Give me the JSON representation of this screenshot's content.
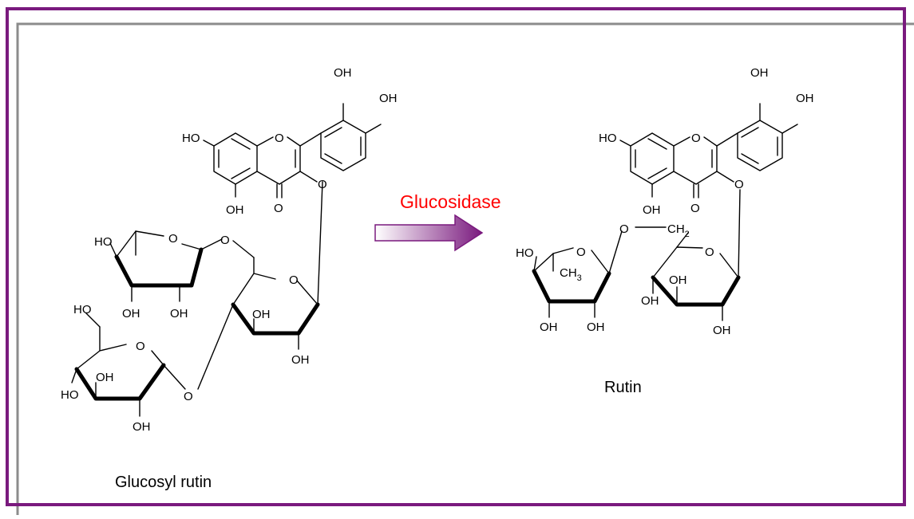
{
  "reaction": {
    "enzyme_label": "Glucosidase",
    "substrate_name": "Glucosyl rutin",
    "product_name": "Rutin"
  },
  "colors": {
    "outer_frame": "#7a1a7e",
    "inner_frame": "#8c8c8c",
    "enzyme_text": "#ff0000",
    "arrow_fill_start": "#ffffff",
    "arrow_fill_end": "#7a1a7e"
  },
  "atoms": {
    "hydroxyl": "OH",
    "hydroxyl_left": "HO",
    "oxygen": "O",
    "methyl": "CH",
    "methyl_sub": "3",
    "methylene": "CH",
    "methylene_sub": "2"
  }
}
